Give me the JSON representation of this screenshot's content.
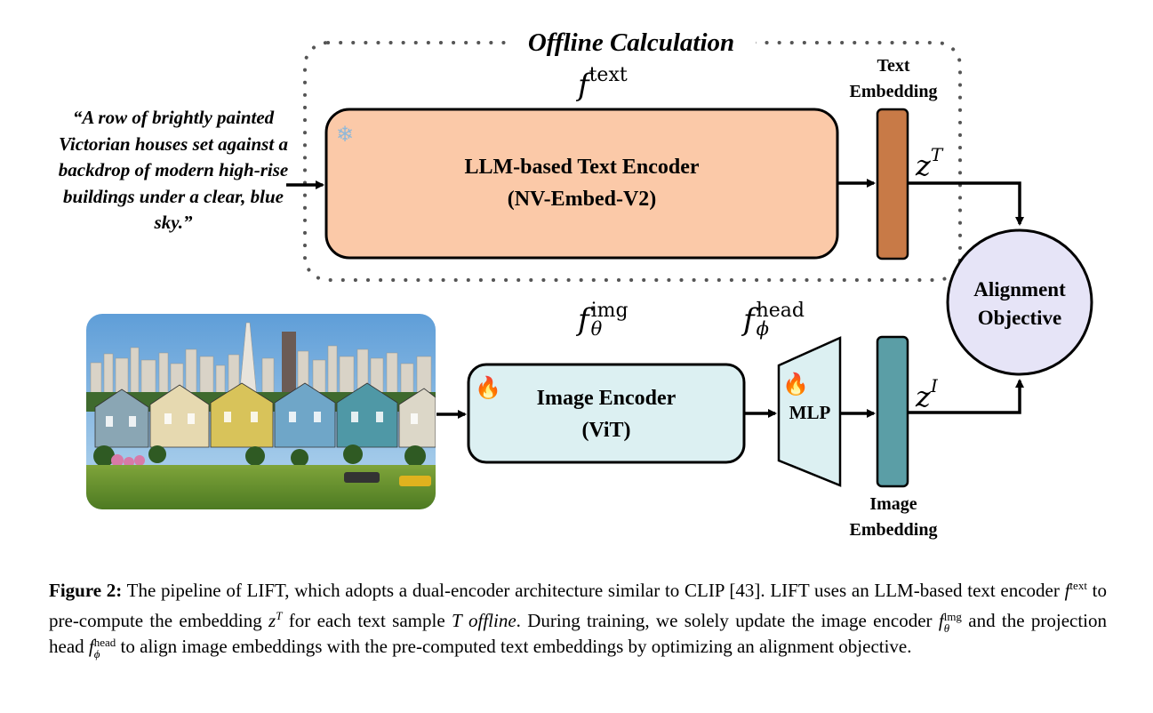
{
  "offline_title": "Offline Calculation",
  "input_text": "“A row of brightly painted Victorian houses set against a backdrop of modern high-rise buildings under a clear, blue sky.”",
  "text_encoder": {
    "func_base": "f",
    "func_sup": "text",
    "line1": "LLM-based Text Encoder",
    "line2": "(NV-Embed-V2)",
    "icon": "snowflake-icon"
  },
  "text_embedding": {
    "label_line1": "Text",
    "label_line2": "Embedding",
    "var_base": "z",
    "var_sup": "T",
    "color": "#c87a47"
  },
  "image_encoder": {
    "func_base": "f",
    "func_sup": "img",
    "func_sub": "θ",
    "line1": "Image Encoder",
    "line2": "(ViT)",
    "icon": "fire-icon"
  },
  "head": {
    "func_base": "f",
    "func_sup": "head",
    "func_sub": "ϕ",
    "label": "MLP",
    "icon": "fire-icon"
  },
  "image_embedding": {
    "label_line1": "Image",
    "label_line2": "Embedding",
    "var_base": "z",
    "var_sup": "I",
    "color": "#5b9ea6"
  },
  "objective": {
    "line1": "Alignment",
    "line2": "Objective"
  },
  "colors": {
    "text_encoder_fill": "#fbc9a8",
    "image_encoder_fill": "#dcf0f2",
    "objective_fill": "#e6e4f7",
    "mlp_fill": "#dcf0f2"
  },
  "caption": {
    "label": "Figure 2:",
    "p1": " The pipeline of LIFT, which adopts a dual-encoder architecture similar to CLIP [43]. LIFT uses an LLM-based text encoder ",
    "f_base": "f",
    "f_text_sup": "text",
    "p2": " to pre-compute the embedding ",
    "z_base": "z",
    "z_sup": "T",
    "p3": " for each text sample ",
    "T": "T",
    "offline_word": "offline",
    "p4": ". During training, we solely update the image encoder ",
    "f_img_sup": "img",
    "theta": "θ",
    "p5": " and the projection head ",
    "f_head_sup": "head",
    "phi": "ϕ",
    "p6": " to align image embeddings with the pre-computed text embeddings by optimizing an alignment objective."
  }
}
